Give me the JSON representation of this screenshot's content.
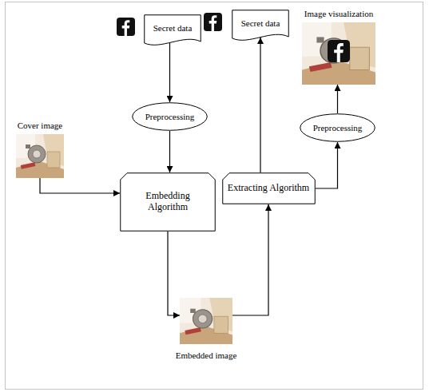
{
  "diagram": {
    "nodes": [
      {
        "text": [
          "Secret data"
        ]
      },
      {
        "text": [
          "Secret data"
        ]
      },
      {
        "text": [
          "Image visualization"
        ]
      },
      {
        "text": [
          "Cover image"
        ]
      },
      {
        "text": [
          "Preprocessing"
        ]
      },
      {
        "text": [
          "Preprocessing"
        ]
      },
      {
        "text": [
          "Embedding Algorithm"
        ]
      },
      {
        "text": [
          "Extracting Algorithm"
        ]
      },
      {
        "text": [
          "Embedded image"
        ]
      }
    ],
    "edges": [
      {
        "from": 0,
        "to": 4,
        "arrow": "to"
      },
      {
        "from": 4,
        "to": 6,
        "arrow": "to"
      },
      {
        "from": 3,
        "to": 6,
        "arrow": "to"
      },
      {
        "from": 6,
        "to": 8,
        "arrow": "to"
      },
      {
        "from": 8,
        "to": 7,
        "arrow": "to"
      },
      {
        "from": 7,
        "to": 1,
        "arrow": "to"
      },
      {
        "from": 7,
        "to": 5,
        "arrow": "to"
      },
      {
        "from": 5,
        "to": 2,
        "arrow": "to"
      }
    ]
  }
}
